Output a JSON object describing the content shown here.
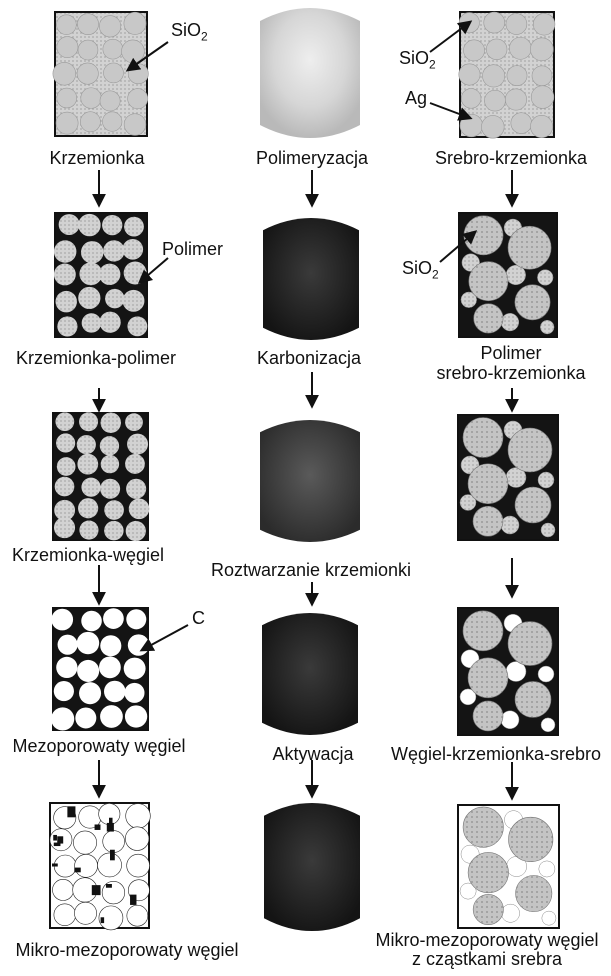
{
  "labels": {
    "krzemionka": "Krzemionka",
    "polimeryzacja": "Polimeryzacja",
    "srebro_krzemionka": "Srebro-krzemionka",
    "krzemionka_polimer": "Krzemionka-polimer",
    "karbonizacja": "Karbonizacja",
    "polimer_srebro_1": "Polimer",
    "polimer_srebro_2": "srebro-krzemionka",
    "krzemionka_wegiel": "Krzemionka-węgiel",
    "roztwarzanie": "Roztwarzanie krzemionki",
    "mezoporowaty": "Mezoporowaty węgiel",
    "aktywacja": "Aktywacja",
    "wegiel_krzemionka_srebro": "Węgiel-krzemionka-srebro",
    "mikro_mezo": "Mikro-mezoporowaty węgiel",
    "mikro_mezo_srebro_1": "Mikro-mezoporowaty węgiel",
    "mikro_mezo_srebro_2": "z cząstkami srebra"
  },
  "callouts": {
    "sio2_left": "SiO",
    "sio2_right_top": "SiO",
    "ag": "Ag",
    "polimer": "Polimer",
    "sio2_right_mid": "SiO",
    "subscript_two": "2",
    "carbon": "C"
  },
  "colors": {
    "ink": "#111111",
    "silica_fill": "#c8c8c8",
    "silver_fill": "#bdbdbd",
    "matrix_dark": "#141414",
    "carbon_white": "#ffffff",
    "dark_cylinder": "#2a2a2a"
  }
}
